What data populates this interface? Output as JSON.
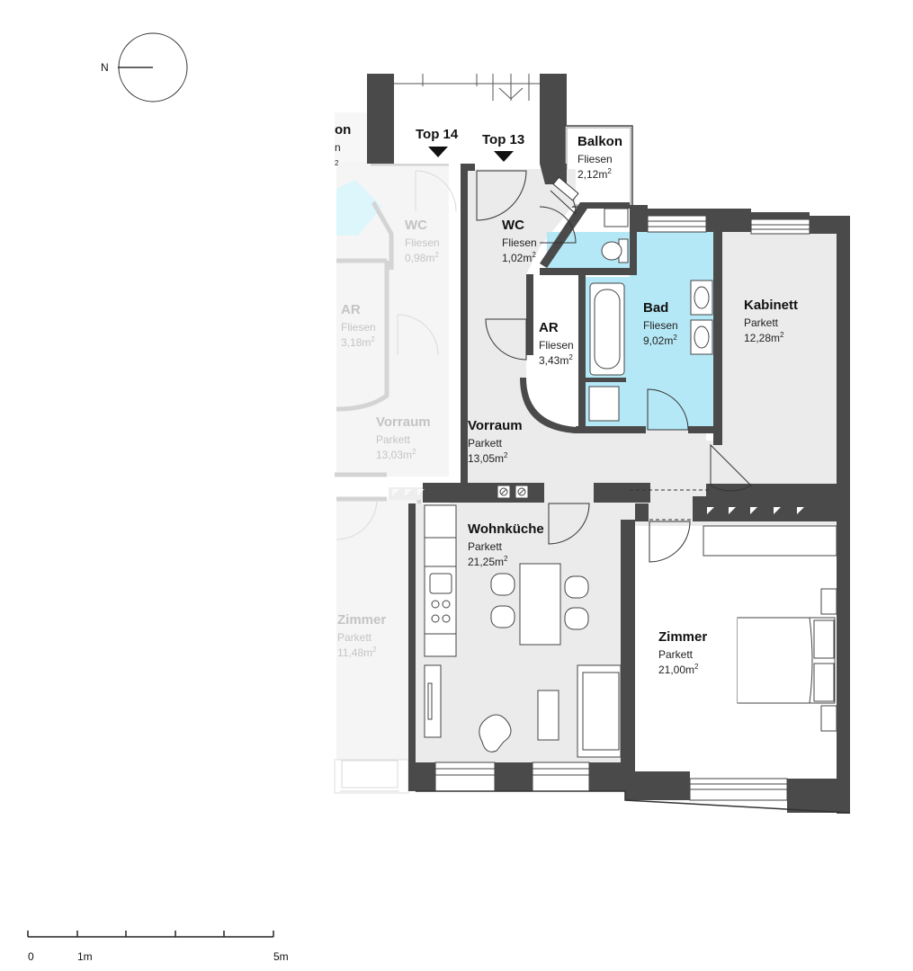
{
  "compass": {
    "north_label": "N"
  },
  "entrances": [
    {
      "label": "Top 14"
    },
    {
      "label": "Top 13"
    }
  ],
  "rooms": [
    {
      "id": "balkon",
      "name": "Balkon",
      "floor": "Fliesen",
      "area": "2,12m",
      "unit_exp": "2",
      "faded": false
    },
    {
      "id": "wc",
      "name": "WC",
      "floor": "Fliesen",
      "area": "1,02m",
      "unit_exp": "2",
      "faded": false
    },
    {
      "id": "ar",
      "name": "AR",
      "floor": "Fliesen",
      "area": "3,43m",
      "unit_exp": "2",
      "faded": false
    },
    {
      "id": "bad",
      "name": "Bad",
      "floor": "Fliesen",
      "area": "9,02m",
      "unit_exp": "2",
      "faded": false
    },
    {
      "id": "kabinett",
      "name": "Kabinett",
      "floor": "Parkett",
      "area": "12,28m",
      "unit_exp": "2",
      "faded": false
    },
    {
      "id": "vorraum",
      "name": "Vorraum",
      "floor": "Parkett",
      "area": "13,05m",
      "unit_exp": "2",
      "faded": false
    },
    {
      "id": "wohnkueche",
      "name": "Wohnküche",
      "floor": "Parkett",
      "area": "21,25m",
      "unit_exp": "2",
      "faded": false
    },
    {
      "id": "zimmer",
      "name": "Zimmer",
      "floor": "Parkett",
      "area": "21,00m",
      "unit_exp": "2",
      "faded": false
    }
  ],
  "neighbor_rooms": [
    {
      "id": "n-balkon",
      "name": "on",
      "floor": "n",
      "area": "2",
      "unit_exp": ""
    },
    {
      "id": "n-wc",
      "name": "WC",
      "floor": "Fliesen",
      "area": "0,98m",
      "unit_exp": "2"
    },
    {
      "id": "n-ar",
      "name": "AR",
      "floor": "Fliesen",
      "area": "3,18m",
      "unit_exp": "2"
    },
    {
      "id": "n-vorraum",
      "name": "Vorraum",
      "floor": "Parkett",
      "area": "13,03m",
      "unit_exp": "2"
    },
    {
      "id": "n-zimmer",
      "name": "Zimmer",
      "floor": "Parkett",
      "area": "11,48m",
      "unit_exp": "2"
    }
  ],
  "scale_bar": {
    "labels": [
      "0",
      "1m",
      "5m"
    ]
  },
  "colors": {
    "wall": "#4a4a4a",
    "floor": "#ebebeb",
    "wet_room": "#b5e8f6",
    "furniture_line": "#555555",
    "faded_text": "#c4c4c4",
    "faded_line": "#cfcfcf"
  }
}
